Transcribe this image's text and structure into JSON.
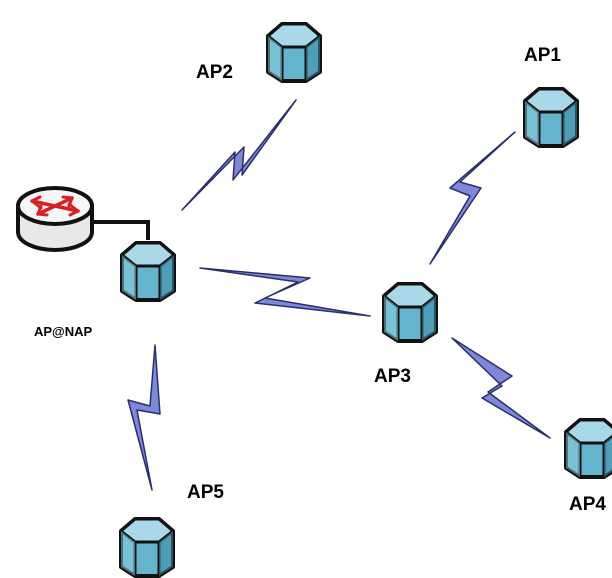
{
  "diagram": {
    "colors": {
      "link_fill": "#7d88d8",
      "link_stroke": "#2b2f6b",
      "ap_top": "#a9d9e8",
      "ap_side": "#63b4cc",
      "ap_dark": "#3f8aa6",
      "ap_outline": "#111111",
      "router_red": "#d92020",
      "router_body": "#e8e8e8"
    },
    "nodes": [
      {
        "id": "ap-nap",
        "label": "AP@NAP",
        "icon": "access-point-icon"
      },
      {
        "id": "ap1",
        "label": "AP1",
        "icon": "access-point-icon"
      },
      {
        "id": "ap2",
        "label": "AP2",
        "icon": "access-point-icon"
      },
      {
        "id": "ap3",
        "label": "AP3",
        "icon": "access-point-icon"
      },
      {
        "id": "ap4",
        "label": "AP4",
        "icon": "access-point-icon"
      },
      {
        "id": "ap5",
        "label": "AP5",
        "icon": "access-point-icon"
      },
      {
        "id": "router",
        "label": "",
        "icon": "router-icon"
      }
    ],
    "links": [
      {
        "from": "ap-nap",
        "to": "ap2",
        "type": "wireless"
      },
      {
        "from": "ap-nap",
        "to": "ap3",
        "type": "wireless"
      },
      {
        "from": "ap-nap",
        "to": "ap5",
        "type": "wireless"
      },
      {
        "from": "ap3",
        "to": "ap1",
        "type": "wireless"
      },
      {
        "from": "ap3",
        "to": "ap4",
        "type": "wireless"
      },
      {
        "from": "router",
        "to": "ap-nap",
        "type": "wired"
      }
    ]
  }
}
